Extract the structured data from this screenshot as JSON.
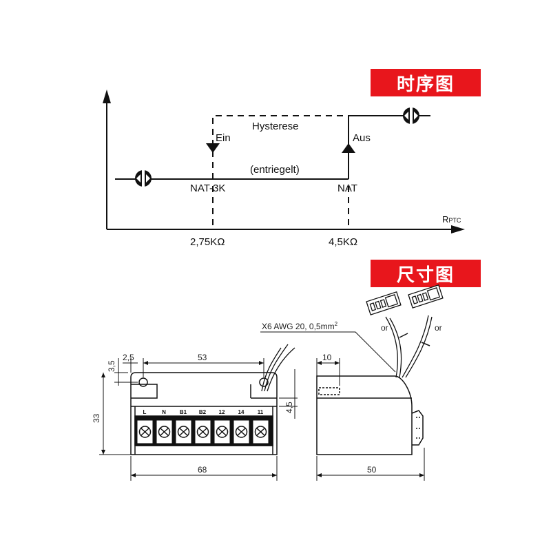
{
  "timing": {
    "banner": "时序图",
    "axis_x_main": "R",
    "axis_x_sub": "PTC",
    "hysteresis": "Hysterese",
    "unlocked": "(entriegelt)",
    "on": "Ein",
    "off": "Aus",
    "nat_low": "NAT-3K",
    "nat_high": "NAT",
    "tick_low": "2,75KΩ",
    "tick_high": "4,5KΩ"
  },
  "dimensions": {
    "banner": "尺寸图",
    "cable": "X6 AWG 20, 0,5mm",
    "cable_sup": "2",
    "or_1": "or",
    "or_2": "or",
    "dim_2_5": "2,5",
    "dim_53": "53",
    "dim_3_5": "3,5",
    "dim_33": "33",
    "dim_4_5": "4,5",
    "dim_68": "68",
    "dim_10": "10",
    "dim_50": "50",
    "terminals": [
      "L",
      "N",
      "B1",
      "B2",
      "12",
      "14",
      "11"
    ]
  },
  "colors": {
    "banner_bg": "#e8161c",
    "banner_text": "#ffffff",
    "line": "#111111"
  }
}
